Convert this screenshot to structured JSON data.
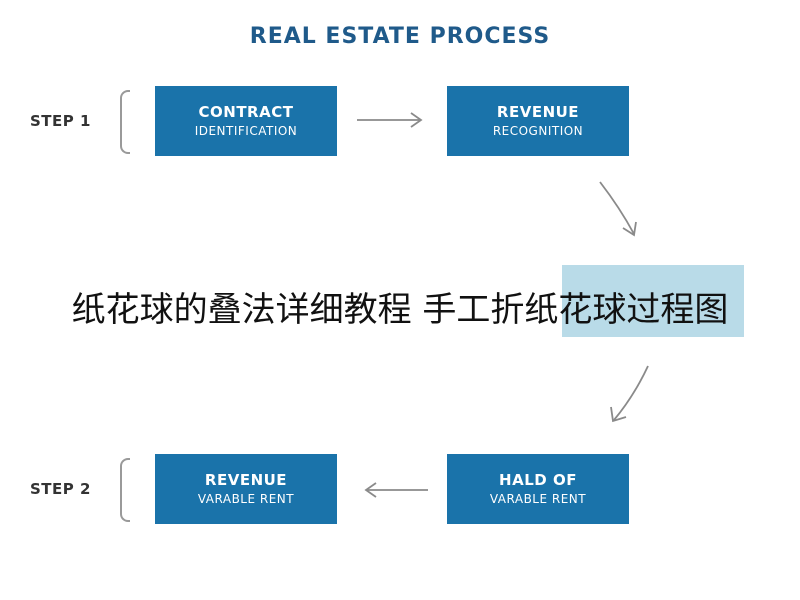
{
  "title": "REAL ESTATE PROCESS",
  "steps": [
    {
      "label": "STEP 1"
    },
    {
      "label": "STEP 2"
    }
  ],
  "boxes": [
    {
      "line1": "CONTRACT",
      "line2": "IDENTIFICATION"
    },
    {
      "line1": "REVENUE",
      "line2": "RECOGNITION"
    },
    {
      "line1": "REVENUE",
      "line2": "VARABLE RENT"
    },
    {
      "line1": "HALD OF",
      "line2": "VARABLE RENT"
    }
  ],
  "overlay_text": "纸花球的叠法详细教程 手工折纸花球过程图",
  "colors": {
    "title": "#1f5a8a",
    "box": "#1a73aa",
    "ghost_box": "#b9dbe8",
    "arrow": "#8a8a8a"
  }
}
